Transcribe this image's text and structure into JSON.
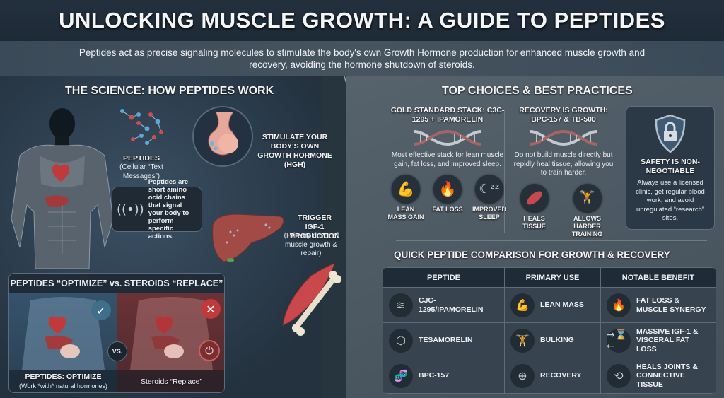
{
  "header": {
    "title": "UNLOCKING MUSCLE GROWTH: A GUIDE TO PEPTIDES"
  },
  "intro": {
    "text": "Peptides act as precise signaling molecules to stimulate the body's own Growth Hormone production for enhanced muscle growth and recovery, avoiding the hormone shutdown of steroids."
  },
  "science": {
    "title": "THE SCIENCE: HOW PEPTIDES WORK",
    "peptides_label": "PEPTIDES",
    "peptides_sub": "(Cellular “Text Messages”)",
    "bubble_text": "Peptides are short amino ocid chains that signal your body to perform specific actions.",
    "hgh_label": "STIMULATE YOUR BODY'S OWN GROWTH HORMONE (HGH)",
    "igf_label": "TRIGGER IGF-1 PRODUCTION",
    "igf_sub": "(Primary driver of muscle growth & repair)"
  },
  "versus": {
    "title": "PEPTIDES “OPTIMIZE” vs. STEROIDS “REPLACE”",
    "vs_label": "VS.",
    "left_title": "PEPTIDES: OPTIMIZE",
    "left_sub": "(Work *with* natural hormones)",
    "right_title": "Steroids “Replace”",
    "left_icon": "check-icon",
    "right_icon": "x-icon",
    "colors": {
      "check": "#3f6f8a",
      "x": "#c0393b"
    }
  },
  "top_choices": {
    "title": "TOP CHOICES & BEST PRACTICES",
    "gold": {
      "title": "GOLD STANDARD STACK: C3C-1295 + IPAMORELIN",
      "desc": "Most effective stack for lean muscle gain, fat loss, and improved sleep.",
      "benefits": [
        {
          "icon": "bicep-icon",
          "label": "LEAN MASS GAIN"
        },
        {
          "icon": "flame-icon",
          "label": "FAT LOSS"
        },
        {
          "icon": "moon-sleep-icon",
          "label": "IMPROVED SLEEP"
        }
      ]
    },
    "recovery": {
      "title": "RECOVERY IS GROWTH: BPC-157 & TB-500",
      "desc": "Do not build muscle directly but repidly heal tissue, allowing you to train harder.",
      "benefits": [
        {
          "icon": "muscle-tissue-icon",
          "label": "HEALS TISSUE"
        },
        {
          "icon": "weightlifter-icon",
          "label": "ALLOWS HARDER TRAINING"
        }
      ]
    },
    "safety": {
      "title": "SAFETY IS NON-NEGOTIABLE",
      "desc": "Always use a licensed clinic, get regular blood work, and avoid unregulated “research” sites."
    }
  },
  "comparison": {
    "title": "QUICK PEPTIDE COMPARISON FOR GROWTH & RECOVERY",
    "headers": [
      "PEPTIDE",
      "PRIMARY USE",
      "NOTABLE BENEFIT"
    ],
    "rows": [
      {
        "peptide": "CJC-1295/IPAMORELIN",
        "peptide_icon": "layers-icon",
        "use": "LEAN MASS",
        "use_icon": "bicep-icon",
        "benefit": "FAT LOSS & MUSCLE SYNERGY",
        "benefit_icon": "flame-icon"
      },
      {
        "peptide": "TESAMORELIN",
        "peptide_icon": "molecule-icon",
        "use": "BULKING",
        "use_icon": "bodybuilder-icon",
        "benefit": "MASSIVE IGF-1 & VISCERAL FAT LOSS",
        "benefit_icon": "waist-icon"
      },
      {
        "peptide": "BPC-157",
        "peptide_icon": "dna-icon",
        "use": "RECOVERY",
        "use_icon": "recovery-icon",
        "benefit": "HEALS JOINTS & CONNECTIVE TISSUE",
        "benefit_icon": "joint-icon"
      }
    ]
  }
}
